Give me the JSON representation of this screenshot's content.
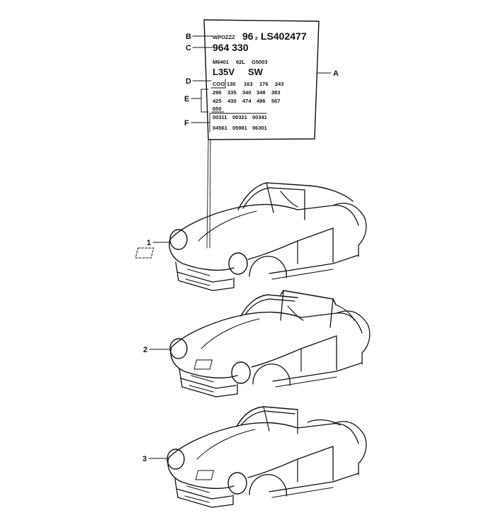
{
  "plate": {
    "vin_prefix": "WPOZZZ",
    "vin_model": "96",
    "vin_year": "z",
    "vin_serial": "LS402477",
    "type_number": "964 330",
    "engine_line": [
      "M6401",
      "62L",
      "G5003"
    ],
    "color_line": [
      "L35V",
      "SW"
    ],
    "code_label": "COO",
    "code_rows": [
      [
        "130",
        "163",
        "176",
        "243"
      ],
      [
        "296",
        "335",
        "340",
        "348",
        "383"
      ],
      [
        "425",
        "430",
        "474",
        "496",
        "567"
      ],
      [
        "650"
      ]
    ],
    "option_rows": [
      [
        "00311",
        "00321",
        "00341"
      ],
      [
        "04561",
        "05981",
        "06301"
      ]
    ]
  },
  "callouts": {
    "A": "A",
    "B": "B",
    "C": "C",
    "D": "D",
    "E": "E",
    "F": "F"
  },
  "variants": [
    {
      "label": "1",
      "body": "coupe-body-shell"
    },
    {
      "label": "2",
      "body": "targa-body-shell"
    },
    {
      "label": "3",
      "body": "cabriolet-body-shell"
    }
  ]
}
